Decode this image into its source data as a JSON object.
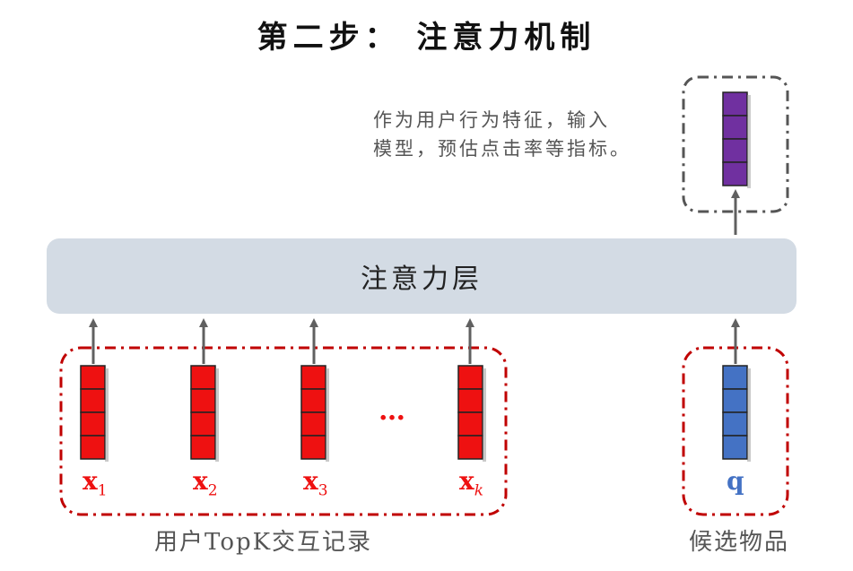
{
  "title": "第二步： 注意力机制",
  "note_line1": "作为用户行为特征，输入",
  "note_line2": "模型，预估点击率等指标。",
  "attention_layer_label": "注意力层",
  "ellipsis": "…",
  "inputs": [
    {
      "name": "x",
      "sub": "1"
    },
    {
      "name": "x",
      "sub": "2"
    },
    {
      "name": "x",
      "sub": "3"
    },
    {
      "name": "x",
      "sub": "k"
    }
  ],
  "candidate": {
    "name": "q"
  },
  "history_label": "用户TopK交互记录",
  "candidate_label": "候选物品",
  "colors": {
    "input_vector": "#ee1111",
    "candidate_vector": "#4472c4",
    "output_vector": "#7030a0",
    "red_dash": "#c00000",
    "gray_dash": "#555555",
    "arrow": "#606060",
    "attention_layer": "#d3dbe4"
  }
}
